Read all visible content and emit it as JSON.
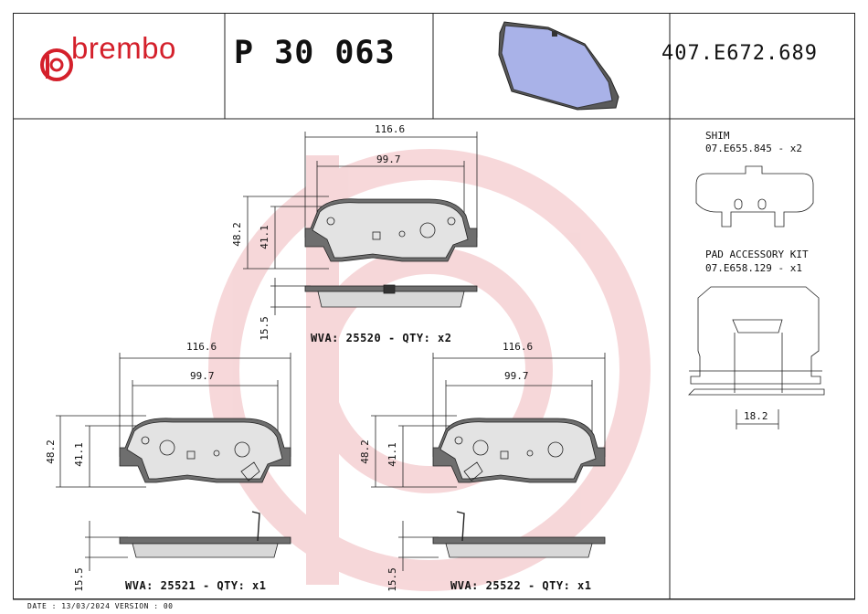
{
  "brand": {
    "name": "brembo",
    "color": "#d4202b"
  },
  "header": {
    "part_number": "P 30 063",
    "reference": "407.E672.689"
  },
  "accessories": {
    "shim_title": "SHIM",
    "shim_code": "07.E655.845 - x2",
    "kit_title": "PAD ACCESSORY KIT",
    "kit_code": "07.E658.129 - x1",
    "kit_dim": "18.2"
  },
  "pads": [
    {
      "wva": "WVA: 25520 - QTY: x2",
      "width_outer": "116.6",
      "width_inner": "99.7",
      "height_outer": "48.2",
      "height_inner": "41.1",
      "thickness": "15.5"
    },
    {
      "wva": "WVA: 25521 - QTY: x1",
      "width_outer": "116.6",
      "width_inner": "99.7",
      "height_outer": "48.2",
      "height_inner": "41.1",
      "thickness": "15.5"
    },
    {
      "wva": "WVA: 25522 - QTY: x1",
      "width_outer": "116.6",
      "width_inner": "99.7",
      "height_outer": "48.2",
      "height_inner": "41.1",
      "thickness": "15.5"
    }
  ],
  "footer": "DATE : 13/03/2024 VERSION : 00",
  "colors": {
    "pad_face": "#e3e3e3",
    "backing": "#6e6e6e",
    "pad_3d": "#a9b2e8",
    "watermark": "#f4c9cb"
  }
}
